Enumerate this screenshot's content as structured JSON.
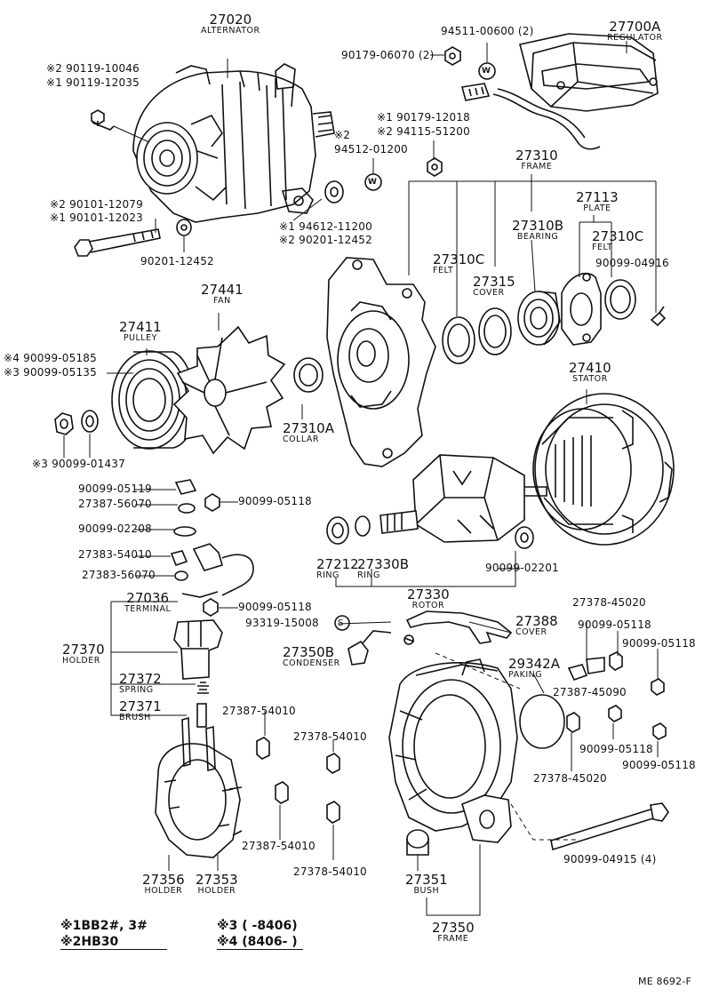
{
  "footer_code": "ME 8692-F",
  "notes": {
    "n1_mark": "※1",
    "n1_text": "BB2#, 3#",
    "n2_mark": "※2",
    "n2_text": "HB30",
    "n3_mark": "※3",
    "n3_text": "(        -8406)",
    "n4_mark": "※4",
    "n4_text": "(8406-        )"
  },
  "labels": {
    "l27020_pn": "27020",
    "l27020_cap": "ALTERNATOR",
    "l90119a": "※2  90119-10046",
    "l90119b": "※1  90119-12035",
    "l90179_06070": "90179-06070 (2)",
    "l94511": "94511-00600 (2)",
    "l27700_pn": "27700A",
    "l27700_cap": "REGULATOR",
    "l90179_12018": "※1 90179-12018",
    "l94115": "※2 94115-51200",
    "l94512_mark": "※2",
    "l94512": "94512-01200",
    "l90101a": "※2 90101-12079",
    "l90101b": "※1 90101-12023",
    "l94612": "※1 94612-11200",
    "l90201a": "※2 90201-12452",
    "l90201b": "90201-12452",
    "l27310_pn": "27310",
    "l27310_cap": "FRAME",
    "l27113_pn": "27113",
    "l27113_cap": "PLATE",
    "l27310b_pn": "27310B",
    "l27310b_cap": "BEARING",
    "l27310c1_pn": "27310C",
    "l27310c1_cap": "FELT",
    "l27310c2_pn": "27310C",
    "l27310c2_cap": "FELT",
    "l27315_pn": "27315",
    "l27315_cap": "COVER",
    "l90099_04916": "90099-04916",
    "l27441_pn": "27441",
    "l27441_cap": "FAN",
    "l27411_pn": "27411",
    "l27411_cap": "PULLEY",
    "l90099_05185": "※4 90099-05185",
    "l90099_05135": "※3 90099-05135",
    "l90099_01437": "※3 90099-01437",
    "l27310a_pn": "27310A",
    "l27310a_cap": "COLLAR",
    "l27410_pn": "27410",
    "l27410_cap": "STATOR",
    "l90099_05119": "90099-05119",
    "l27387_56070": "27387-56070",
    "l90099_05118a": "90099-05118",
    "l90099_02208": "90099-02208",
    "l27383_54010": "27383-54010",
    "l27383_56070": "27383-56070",
    "l27036_pn": "27036",
    "l27036_cap": "TERMINAL",
    "l90099_05118b": "90099-05118",
    "l27212_pn": "27212",
    "l27212_cap": "RING",
    "l27330b_pn": "27330B",
    "l27330b_cap": "RING",
    "l90099_02201": "90099-02201",
    "l27330_pn": "27330",
    "l27330_cap": "ROTOR",
    "l27378_45020a": "27378-45020",
    "l93319": "93319-15008",
    "l93319_mark": "S",
    "l27388_pn": "27388",
    "l27388_cap": "COVER",
    "l90099_05118c": "90099-05118",
    "l90099_05118d": "90099-05118",
    "l27370_pn": "27370",
    "l27370_cap": "HOLDER",
    "l27350b_pn": "27350B",
    "l27350b_cap": "CONDENSER",
    "l29342a_pn": "29342A",
    "l29342a_cap": "PAKING",
    "l27387_45090": "27387-45090",
    "l27372_pn": "27372",
    "l27372_cap": "SPRING",
    "l27371_pn": "27371",
    "l27371_cap": "BRUSH",
    "l27387_54010a": "27387-54010",
    "l27378_54010a": "27378-54010",
    "l90099_05118e": "90099-05118",
    "l90099_05118f": "90099-05118",
    "l27378_45020b": "27378-45020",
    "l27387_54010b": "27387-54010",
    "l27378_54010b": "27378-54010",
    "l90099_04915": "90099-04915 (4)",
    "l27356_pn": "27356",
    "l27356_cap": "HOLDER",
    "l27353_pn": "27353",
    "l27353_cap": "HOLDER",
    "l27351_pn": "27351",
    "l27351_cap": "BUSH",
    "l27350_pn": "27350",
    "l27350_cap": "FRAME",
    "w_mark": "W"
  }
}
